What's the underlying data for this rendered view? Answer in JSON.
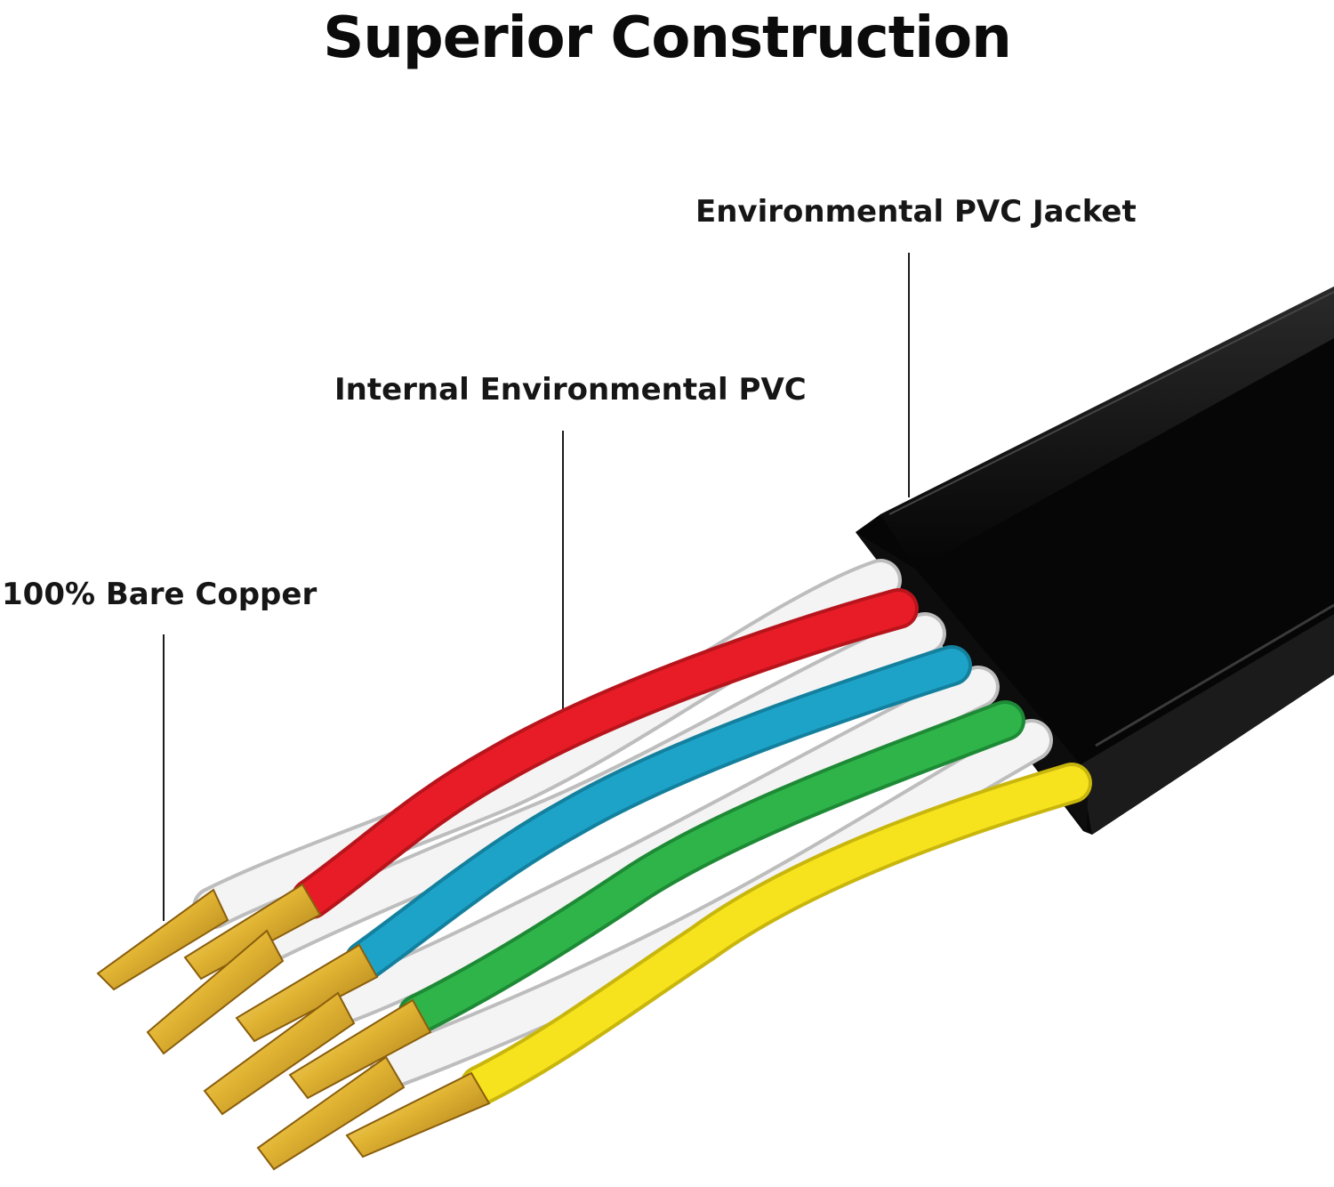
{
  "title": "Superior Construction",
  "labels": {
    "jacket": "Environmental PVC Jacket",
    "internal_pvc": "Internal Environmental PVC",
    "copper": "100% Bare Copper"
  },
  "colors": {
    "jacket": "#0a0a0a",
    "insulation_white": "#f2f2f2",
    "red": "#e81c26",
    "blue": "#1ea3c8",
    "green": "#2fb44a",
    "yellow": "#f6e31e",
    "copper": "#e0b432",
    "leader_line": "#1c1c1c"
  }
}
